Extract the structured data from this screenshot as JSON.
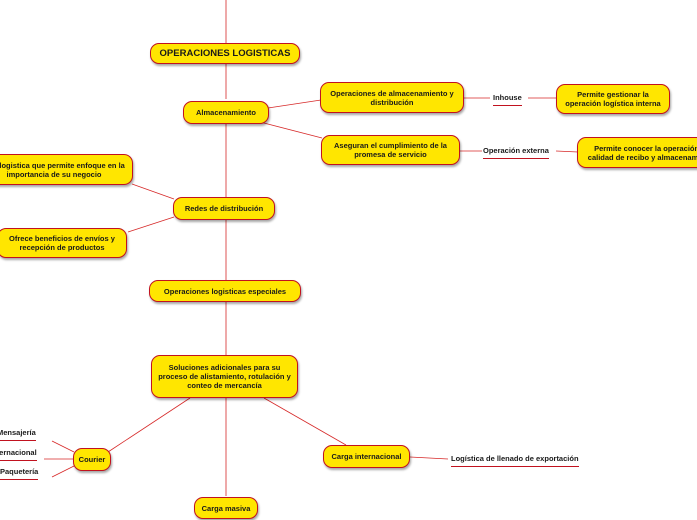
{
  "diagram": {
    "root": "OPERACIONES LOGISTICAS",
    "almacenamiento": {
      "label": "Almacenamiento",
      "branch_1": {
        "label": "Operaciones de almacenamiento y distribución",
        "tag": "Inhouse",
        "detail": "Permite gestionar la operación logística interna"
      },
      "branch_2": {
        "label": "Aseguran el cumplimiento de la promesa de servicio",
        "tag": "Operación externa",
        "detail": "Permite conocer la operación de calidad de recibo y almacenamiento"
      }
    },
    "redes": {
      "label": "Redes de distribución",
      "note_1": "Red logistica que permite enfoque en la importancia de su negocio",
      "note_2": "Ofrece beneficios de envíos y recepción de productos"
    },
    "especiales": {
      "label": "Operaciones logisticas especiales",
      "soluciones": "Soluciones adicionales para su proceso de alistamiento, rotulación y conteo de mercancía",
      "courier": {
        "label": "Courier",
        "items": [
          "Mensajería",
          "Internacional",
          "Paquetería"
        ]
      },
      "carga_internacional": {
        "label": "Carga internacional",
        "detail": "Logística de llenado de exportación"
      },
      "carga_masiva": "Carga masiva"
    }
  },
  "colors": {
    "node_fill": "#ffe600",
    "node_border": "#c1121f",
    "connector": "#d62828"
  }
}
